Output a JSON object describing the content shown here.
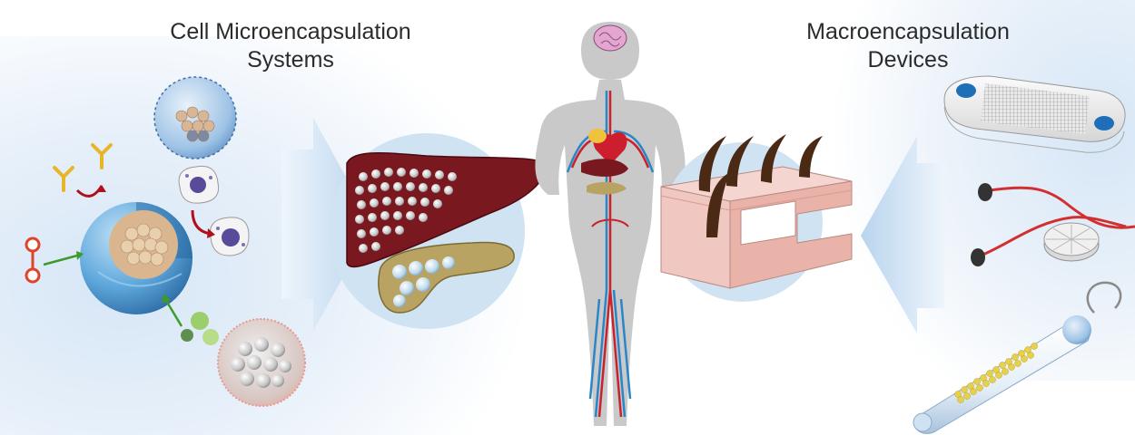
{
  "titles": {
    "micro_line1": "Cell Microencapsulation",
    "micro_line2": "Systems",
    "macro_line1": "Macroencapsulation",
    "macro_line2": "Devices"
  },
  "colors": {
    "background_glow": "#d6e6f6",
    "arrow": "#bcd6ee",
    "liver": "#7a1820",
    "pancreas": "#b9a362",
    "capsule_sphere": "#6aaedc",
    "skin": "#f1c8c1",
    "hair": "#4a2a14",
    "heart": "#cc1e2c",
    "artery": "#c8232c",
    "vein": "#2a86c8",
    "brain": "#e3a6d1",
    "body_silhouette": "#c9c9c9",
    "antibody": "#f2c231",
    "oxygen": "#e0432a",
    "immune_cell_nucleus": "#5a4a9a",
    "device_wire": "#d23030",
    "cell_cluster": "#e8d14a"
  },
  "icons": [
    "microcapsule-sphere-icon",
    "antibody-icon",
    "immune-cell-icon",
    "oxygen-molecule-icon",
    "nutrient-spheres-icon",
    "liver-icon",
    "pancreas-icon",
    "human-body-icon",
    "brain-icon",
    "heart-icon",
    "skin-section-icon",
    "flat-chamber-device-icon",
    "wired-disc-device-icon",
    "tubular-device-icon"
  ]
}
